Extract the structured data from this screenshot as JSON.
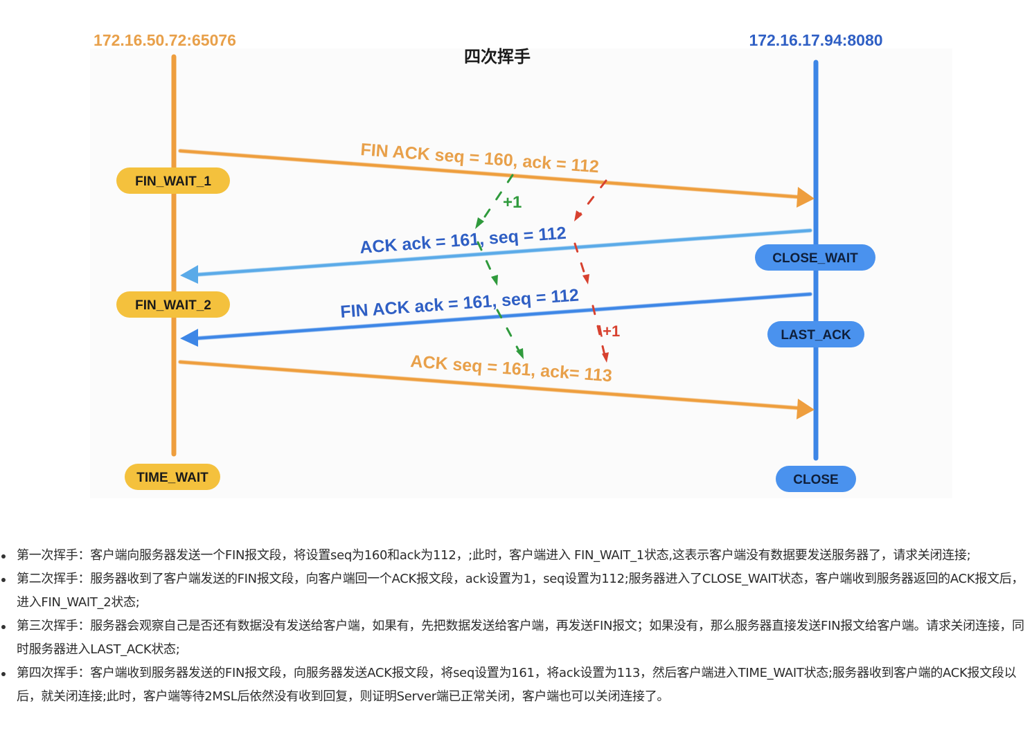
{
  "diagram": {
    "title": "四次挥手",
    "client_address": "172.16.50.72:65076",
    "server_address": "172.16.17.94:8080",
    "client_states": [
      "FIN_WAIT_1",
      "FIN_WAIT_2",
      "TIME_WAIT"
    ],
    "server_states": [
      "CLOSE_WAIT",
      "LAST_ACK",
      "CLOSE"
    ],
    "messages": [
      {
        "label": "FIN  ACK  seq = 160,  ack = 112",
        "direction": "client-to-server"
      },
      {
        "label": "ACK ack = 161,  seq = 112",
        "direction": "server-to-client"
      },
      {
        "label": "FIN  ACK  ack = 161, seq = 112",
        "direction": "server-to-client"
      },
      {
        "label": "ACK  seq = 161, ack=  113",
        "direction": "client-to-server"
      }
    ],
    "increment_labels": [
      "+1",
      "\\+1"
    ],
    "colors": {
      "client": "#ee9e3e",
      "server": "#3d86e6",
      "orange_text": "#e8a04a",
      "blue_text": "#2f5fc4",
      "green_dash": "#2f9a3c",
      "red_dash": "#d7412f",
      "client_badge": "#f4c13d",
      "server_badge": "#4a92ee"
    }
  },
  "bullets": [
    "第一次挥手：客户端向服务器发送一个FIN报文段，将设置seq为160和ack为112，;此时，客户端进入 FIN_WAIT_1状态,这表示客户端没有数据要发送服务器了，请求关闭连接;",
    "第二次挥手：服务器收到了客户端发送的FIN报文段，向客户端回一个ACK报文段，ack设置为1，seq设置为112;服务器进入了CLOSE_WAIT状态，客户端收到服务器返回的ACK报文后，进入FIN_WAIT_2状态;",
    "第三次挥手：服务器会观察自己是否还有数据没有发送给客户端，如果有，先把数据发送给客户端，再发送FIN报文；如果没有，那么服务器直接发送FIN报文给客户端。请求关闭连接，同时服务器进入LAST_ACK状态;",
    "第四次挥手：客户端收到服务器发送的FIN报文段，向服务器发送ACK报文段，将seq设置为161，将ack设置为113，然后客户端进入TIME_WAIT状态;服务器收到客户端的ACK报文段以后，就关闭连接;此时，客户端等待2MSL后依然没有收到回复，则证明Server端已正常关闭，客户端也可以关闭连接了。"
  ]
}
